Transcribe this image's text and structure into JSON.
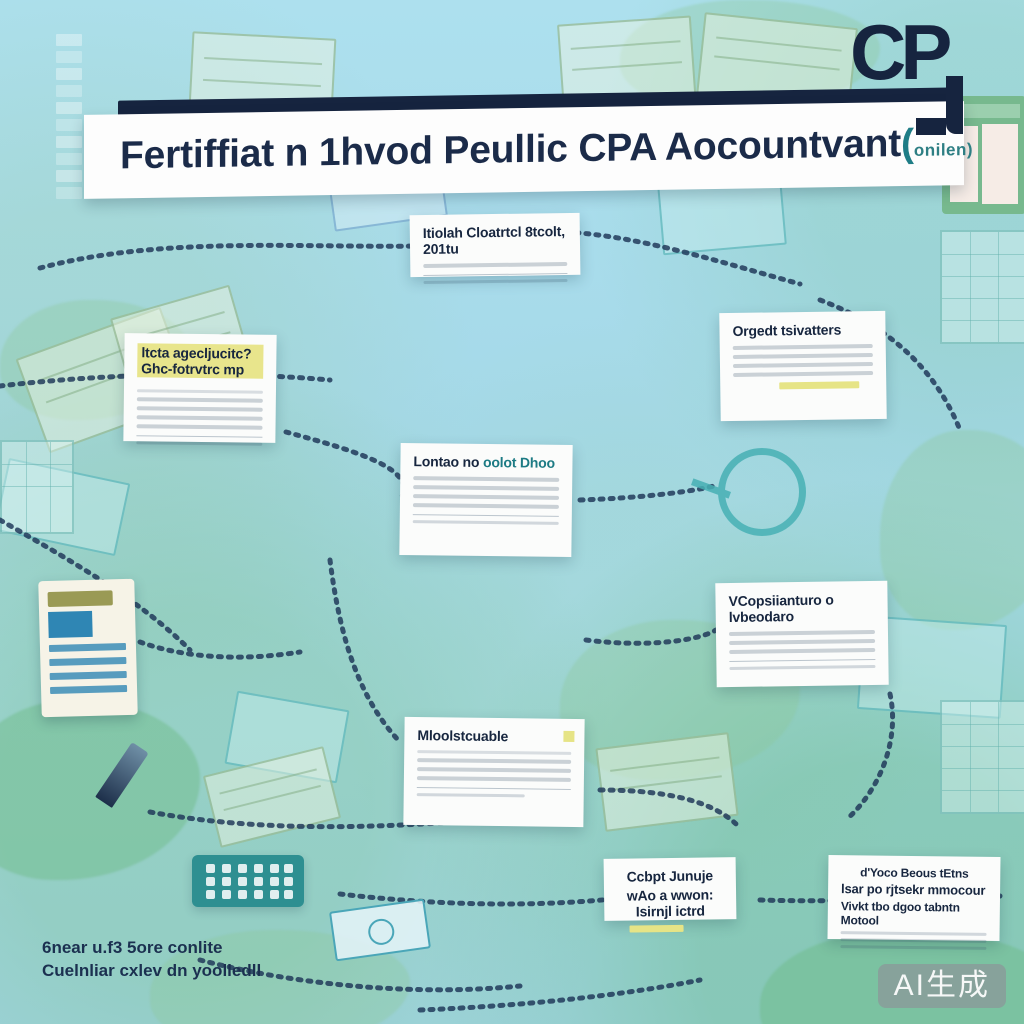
{
  "meta": {
    "background_color": "#a9dcea",
    "accent_navy": "#16243f",
    "accent_teal": "#1d7b84",
    "highlight_yellow": "#e6e486",
    "green_wash": "#6cba84"
  },
  "header": {
    "title": "Fertiffiat n 1hvod Peullic CPA Aocountvant",
    "title_suffix": "(",
    "title_sub": "onilen)",
    "logo_text": "CP",
    "logo_name": "cp-logo"
  },
  "cards": [
    {
      "id": "card-top-center",
      "heading": "Itiolah Cloatrtcl 8tcolt, 201tu",
      "heading_style": "plain",
      "body_lines": 2,
      "has_rule": true,
      "caption_lines": 1
    },
    {
      "id": "card-left-upper",
      "heading": "ltcta agecljucitc? Ghc-fotrvtrc mp",
      "heading_style": "marked",
      "body_lines": 6,
      "has_rule": true,
      "caption_lines": 1
    },
    {
      "id": "card-right-upper",
      "heading": "Orgedt tsivatters",
      "heading_style": "plain",
      "body_lines": 5,
      "has_highlight": true,
      "caption_lines": 0
    },
    {
      "id": "card-center",
      "heading": "Lontao no",
      "heading_teal": "oolot Dhoo",
      "heading_style": "two-tone",
      "body_lines": 5,
      "has_rule": true,
      "caption_lines": 2
    },
    {
      "id": "card-right-mid",
      "heading": "VCopsiianturo o lvbeodaro",
      "heading_style": "plain",
      "body_lines": 4,
      "has_rule": true,
      "caption_lines": 1
    },
    {
      "id": "card-center-lower",
      "heading": "Mloolstcuable",
      "heading_style": "plain-square",
      "body_lines": 5,
      "has_rule": true,
      "caption_lines": 1
    },
    {
      "id": "card-bottom-center",
      "heading": "Ccbpt Junuje",
      "heading_line2": "wAo a wwon: Isirnjl ictrd",
      "heading_style": "marked-lower",
      "body_lines": 0,
      "has_highlight": true,
      "caption_lines": 0
    },
    {
      "id": "card-bottom-right",
      "heading": "d'Yoco Beous  tEtns",
      "heading_line2": "lsar po rjtsekr mmocour",
      "heading_line3": "Vivkt tbo dgoo  tabntn Motool",
      "heading_style": "plain",
      "body_lines": 3,
      "has_rule": false,
      "caption_lines": 0
    }
  ],
  "bottom_caption": {
    "line1": "6near u.f3 5ore conlite",
    "line2": "Cuelnliar cxlev dn yoolledll"
  },
  "illustrations": {
    "book_doc": "document-illustration",
    "calculator": "calculator-illustration",
    "magnifier": "magnifier-icon",
    "pen": "pen-illustration",
    "money_note": "banknote-illustration",
    "signboard": "green-signboard-illustration"
  },
  "watermark": {
    "label": "AI生成"
  }
}
